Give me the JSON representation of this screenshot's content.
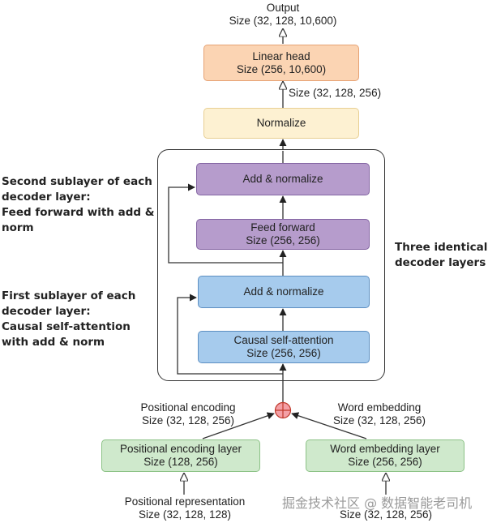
{
  "output": {
    "title": "Output",
    "size": "Size (32, 128, 10,600)"
  },
  "linear_head": {
    "title": "Linear head",
    "size": "Size (256, 10,600)"
  },
  "normalize_output_size": "Size (32, 128, 256)",
  "normalize": {
    "title": "Normalize"
  },
  "decoder": {
    "add_norm_top": "Add & normalize",
    "feed_forward": {
      "title": "Feed forward",
      "size": "Size (256, 256)"
    },
    "add_norm_bottom": "Add & normalize",
    "self_attention": {
      "title": "Causal self-attention",
      "size": "Size (256, 256)"
    }
  },
  "side_labels": {
    "second_sublayer": [
      "Second sublayer of each",
      "decoder layer:",
      "Feed forward with add &",
      "norm"
    ],
    "first_sublayer": [
      "First sublayer of each",
      "decoder layer:",
      "Causal self-attention",
      "with add & norm"
    ],
    "three_layers": [
      "Three identical",
      "decoder layers"
    ]
  },
  "positional_encoding": {
    "title": "Positional encoding",
    "size": "Size (32, 128, 256)"
  },
  "word_embedding": {
    "title": "Word embedding",
    "size": "Size (32, 128, 256)"
  },
  "positional_encoding_layer": {
    "title": "Positional encoding layer",
    "size": "Size (128, 256)"
  },
  "word_embedding_layer": {
    "title": "Word embedding layer",
    "size": "Size (256, 256)"
  },
  "positional_representation": {
    "title": "Positional representation",
    "size": "Size (32, 128, 128)"
  },
  "tokenized_input": {
    "size": "Size (32, 128, 256)"
  },
  "watermark": "掘金技术社区 @ 数据智能老司机",
  "colors": {
    "linear_head": "#fbd4b3",
    "normalize": "#fdf1d2",
    "feed_forward": "#b69ccc",
    "attention": "#a6cbed",
    "input_layers": "#cfe9cc",
    "add_symbol": "#f4a0a6"
  }
}
